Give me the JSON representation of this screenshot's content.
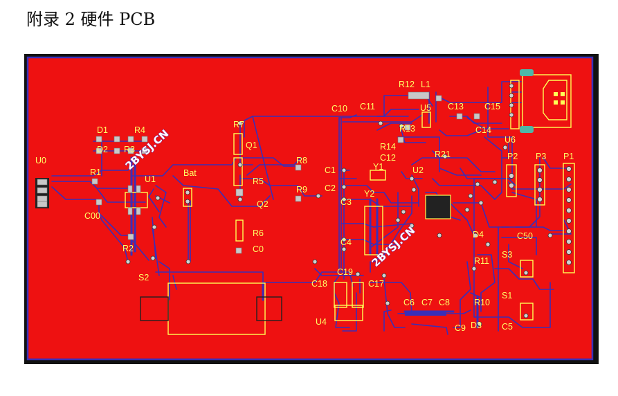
{
  "page": {
    "title": "附录 2  硬件 PCB"
  },
  "watermark": "2BYSJ.CN",
  "colors": {
    "copper": "#ee1111",
    "border": "#111111",
    "trace": "#3a2fb8",
    "silkscreen": "#ffff66"
  },
  "pcb": {
    "labels": {
      "U0": "U0",
      "D1": "D1",
      "D2": "D2",
      "R4": "R4",
      "R3": "R3",
      "R1": "R1",
      "U1": "U1",
      "C00": "C00",
      "R2": "R2",
      "S2": "S2",
      "Bat": "Bat",
      "R7": "R7",
      "Q1": "Q1",
      "R5": "R5",
      "Q2": "Q2",
      "R6": "R6",
      "C0": "C0",
      "R8": "R8",
      "R9": "R9",
      "C10": "C10",
      "C11": "C11",
      "R12": "R12",
      "L1": "L1",
      "U5": "U5",
      "C13": "C13",
      "C15": "C15",
      "C14": "C14",
      "R13": "R13",
      "R14": "R14",
      "C12": "C12",
      "R21": "R21",
      "C1": "C1",
      "Y1": "Y1",
      "U2": "U2",
      "C2": "C2",
      "Y2": "Y2",
      "C3": "C3",
      "C4": "C4",
      "U6": "U6",
      "P2": "P2",
      "P3": "P3",
      "P1": "P1",
      "D4": "D4",
      "C50": "C50",
      "R11": "R11",
      "S3": "S3",
      "S1": "S1",
      "R10": "R10",
      "C19": "C19",
      "C18": "C18",
      "C17": "C17",
      "C6": "C6",
      "C7": "C7",
      "C8": "C8",
      "U4": "U4",
      "C9": "C9",
      "D3": "D3",
      "C5": "C5"
    }
  }
}
